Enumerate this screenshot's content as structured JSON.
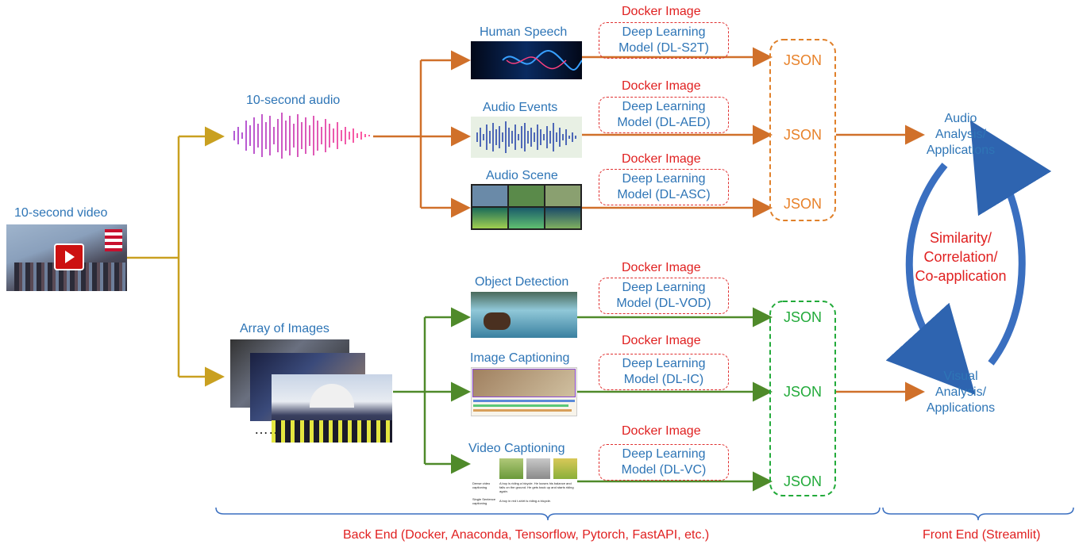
{
  "video": {
    "label": "10-second video"
  },
  "audio": {
    "label": "10-second audio"
  },
  "images": {
    "label": "Array of Images",
    "ellipsis": "……"
  },
  "audio_models": [
    {
      "title": "Human Speech",
      "docker": "Docker Image",
      "model_line1": "Deep Learning",
      "model_line2": "Model (DL-S2T)",
      "json": "JSON"
    },
    {
      "title": "Audio Events",
      "docker": "Docker Image",
      "model_line1": "Deep Learning",
      "model_line2": "Model (DL-AED)",
      "json": "JSON"
    },
    {
      "title": "Audio Scene",
      "docker": "Docker Image",
      "model_line1": "Deep Learning",
      "model_line2": "Model (DL-ASC)",
      "json": "JSON"
    }
  ],
  "visual_models": [
    {
      "title": "Object Detection",
      "docker": "Docker Image",
      "model_line1": "Deep Learning",
      "model_line2": "Model (DL-VOD)",
      "json": "JSON"
    },
    {
      "title": "Image Captioning",
      "docker": "Docker Image",
      "model_line1": "Deep Learning",
      "model_line2": "Model (DL-IC)",
      "json": "JSON"
    },
    {
      "title": "Video Captioning",
      "docker": "Docker Image",
      "model_line1": "Deep Learning",
      "model_line2": "Model (DL-VC)",
      "json": "JSON"
    }
  ],
  "audio_apps": {
    "line1": "Audio",
    "line2": "Analysis/",
    "line3": "Applications"
  },
  "visual_apps": {
    "line1": "Visual",
    "line2": "Analysis/",
    "line3": "Applications"
  },
  "similarity": {
    "line1": "Similarity/",
    "line2": "Correlation/",
    "line3": "Co-application"
  },
  "backend": "Back End (Docker, Anaconda, Tensorflow, Pytorch, FastAPI, etc.)",
  "frontend": "Front End  (Streamlit)",
  "video_captioning_table": {
    "row1_label": "Dense video captioning",
    "row1_text": "A boy is riding a bicycle. He looses his balance and falls on the ground. He gets back up and starts riding again.",
    "row2_label": "Single Sentence captioning",
    "row2_text": "A boy in red t-shirt is riding a bicycle."
  },
  "colors": {
    "gold": "#c9a020",
    "orange": "#d0702a",
    "green": "#4f8a2a",
    "blue": "#2e75b6",
    "red": "#e02020"
  }
}
